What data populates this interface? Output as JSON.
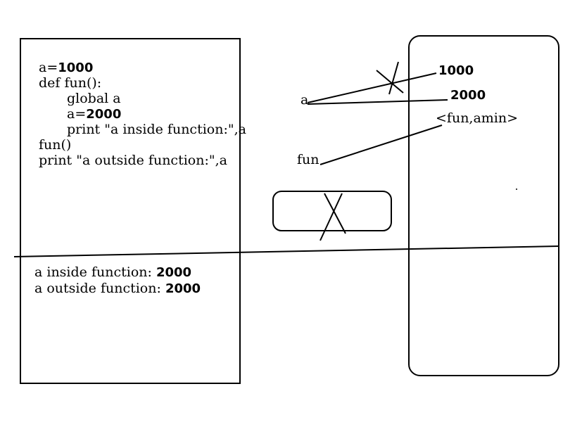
{
  "code": {
    "line1_prefix": "a=",
    "line1_value": "1000",
    "line2": "def fun():",
    "line3": "global  a",
    "line4_prefix": "a=",
    "line4_value": "2000",
    "line5": "print \"a inside function:\",a",
    "line6": "fun()",
    "line7": "print \"a outside function:\",a"
  },
  "output": {
    "line1_label": "a inside function: ",
    "line1_value": "2000",
    "line2_label": "a outside function: ",
    "line2_value": "2000"
  },
  "names": {
    "a": "a",
    "fun": "fun"
  },
  "objects": {
    "value_old": "1000",
    "value_new": "2000",
    "function_obj": "<fun,amin>"
  }
}
